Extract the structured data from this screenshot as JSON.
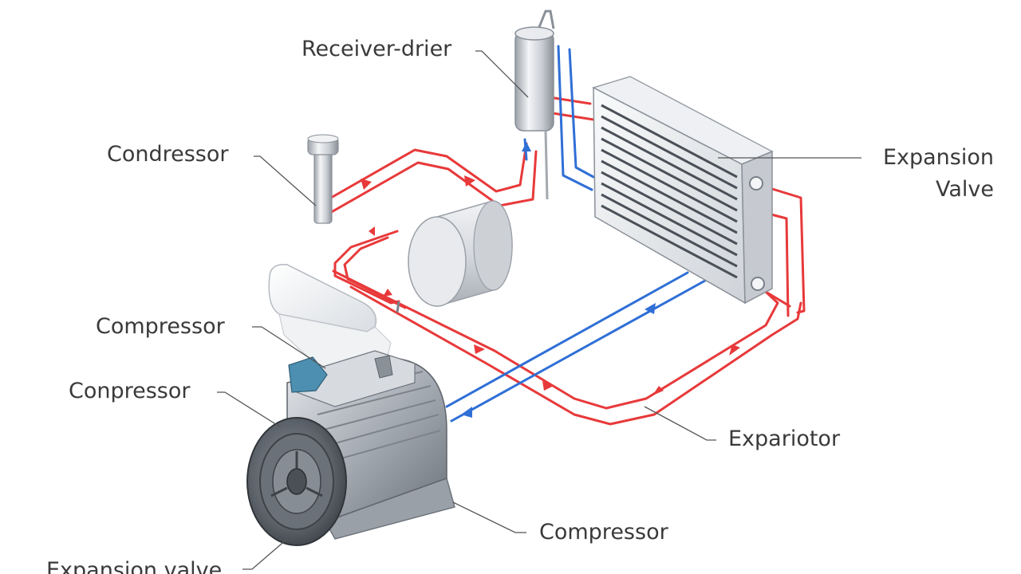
{
  "labels": {
    "receiver_drier": "Receiver-drier",
    "condresser": "Condressor",
    "expansion_valve_line1": "Expansion",
    "expansion_valve_line2": "Valve",
    "compressor_top": "Compressor",
    "conpressor": "Conpressor",
    "expariotor": "Expariotor",
    "compressor_bottom": "Compressor",
    "expansion_valve_cut": "Expansion valve"
  },
  "colors": {
    "hot_line": "#e8393a",
    "cold_line": "#2f6fd6",
    "leader_line": "#555555",
    "metal_light": "#eef0f3",
    "metal_mid": "#bfc4cb",
    "metal_dark": "#6f757d",
    "accent_teal": "#4d8fb0"
  }
}
